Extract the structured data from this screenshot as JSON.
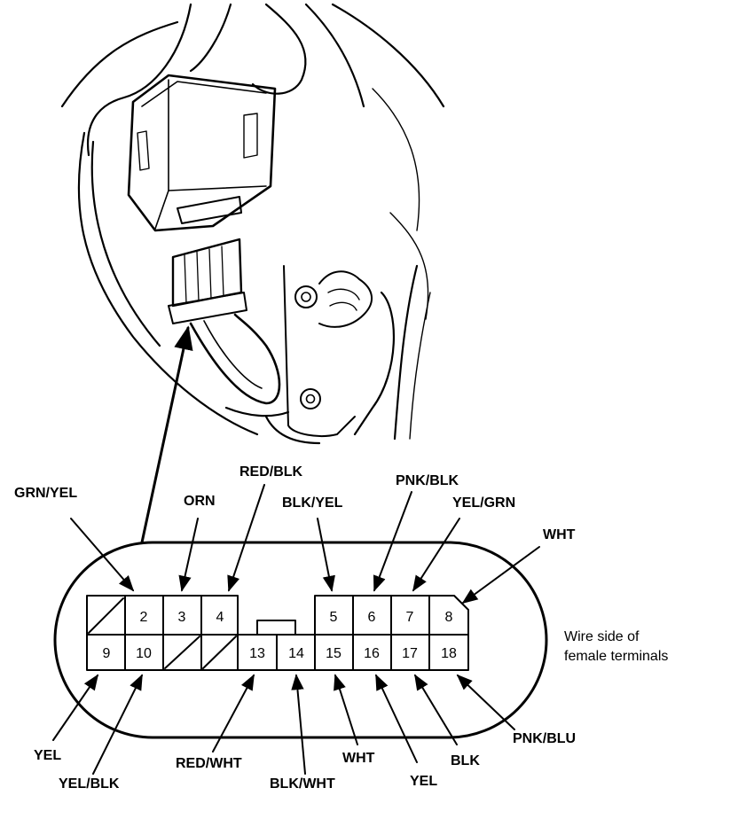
{
  "connector": {
    "note_line1": "Wire side of",
    "note_line2": "female terminals",
    "terminals": {
      "t2": "2",
      "t3": "3",
      "t4": "4",
      "t5": "5",
      "t6": "6",
      "t7": "7",
      "t8": "8",
      "t9": "9",
      "t10": "10",
      "t13": "13",
      "t14": "14",
      "t15": "15",
      "t16": "16",
      "t17": "17",
      "t18": "18"
    }
  },
  "wires": {
    "t2": "GRN/YEL",
    "t3": "ORN",
    "t4": "RED/BLK",
    "t5": "BLK/YEL",
    "t6": "PNK/BLK",
    "t7": "YEL/GRN",
    "t8": "WHT",
    "t9": "YEL",
    "t10": "YEL/BLK",
    "t13": "RED/WHT",
    "t14": "BLK/WHT",
    "t15": "WHT",
    "t16": "YEL",
    "t17": "BLK",
    "t18": "PNK/BLU"
  }
}
